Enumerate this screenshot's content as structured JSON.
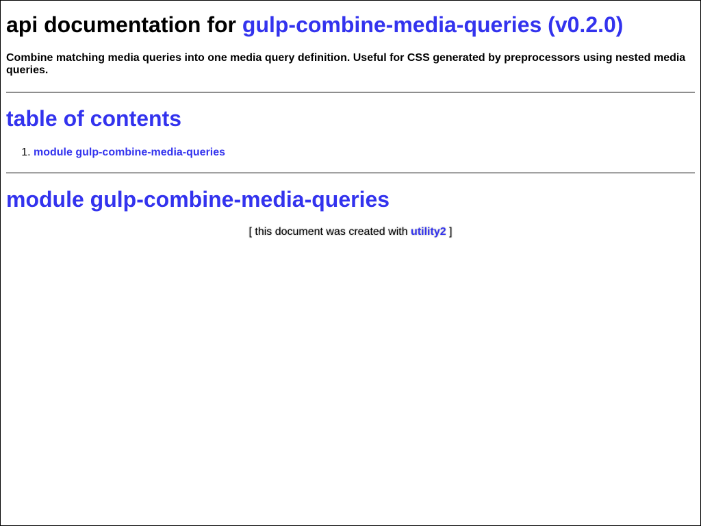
{
  "header": {
    "title_prefix": "api documentation for",
    "package_link": "gulp-combine-media-queries (v0.2.0)"
  },
  "description": "Combine matching media queries into one media query definition. Useful for CSS generated by preprocessors using nested media queries.",
  "toc": {
    "heading": "table of contents",
    "items": [
      {
        "label": "module gulp-combine-media-queries"
      }
    ]
  },
  "module": {
    "heading": "module gulp-combine-media-queries"
  },
  "footer": {
    "prefix": "[ this document was created with",
    "link": "utility2",
    "suffix": "]"
  },
  "colors": {
    "link": "#3333ee",
    "text": "#000000",
    "background": "#ffffff"
  }
}
